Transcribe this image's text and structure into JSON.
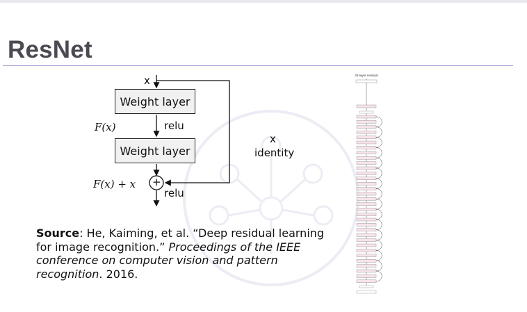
{
  "slide": {
    "title": "ResNet"
  },
  "block": {
    "input_label": "x",
    "weight_layer_1": "Weight layer",
    "weight_layer_2": "Weight layer",
    "relu_mid": "relu",
    "relu_out": "relu",
    "fx_label": "F(x)",
    "sum_label": "F(x) + x",
    "skip_x": "x",
    "skip_identity": "identity",
    "plus_symbol": "+"
  },
  "source": {
    "lead": "Source",
    "authors": ": He, Kaiming, et al. “Deep residual learning for image recognition.” ",
    "venue": "Proceedings of the IEEE conference on computer vision and pattern recognition",
    "year": ". 2016."
  },
  "resnet34": {
    "title": "34-layer residual"
  },
  "colors": {
    "title": "#4a4a52",
    "rule": "#a9a4d6",
    "box_fill": "#f1f1f1",
    "watermark": "#ececf4",
    "layer_fill": "#f7e3ea"
  }
}
